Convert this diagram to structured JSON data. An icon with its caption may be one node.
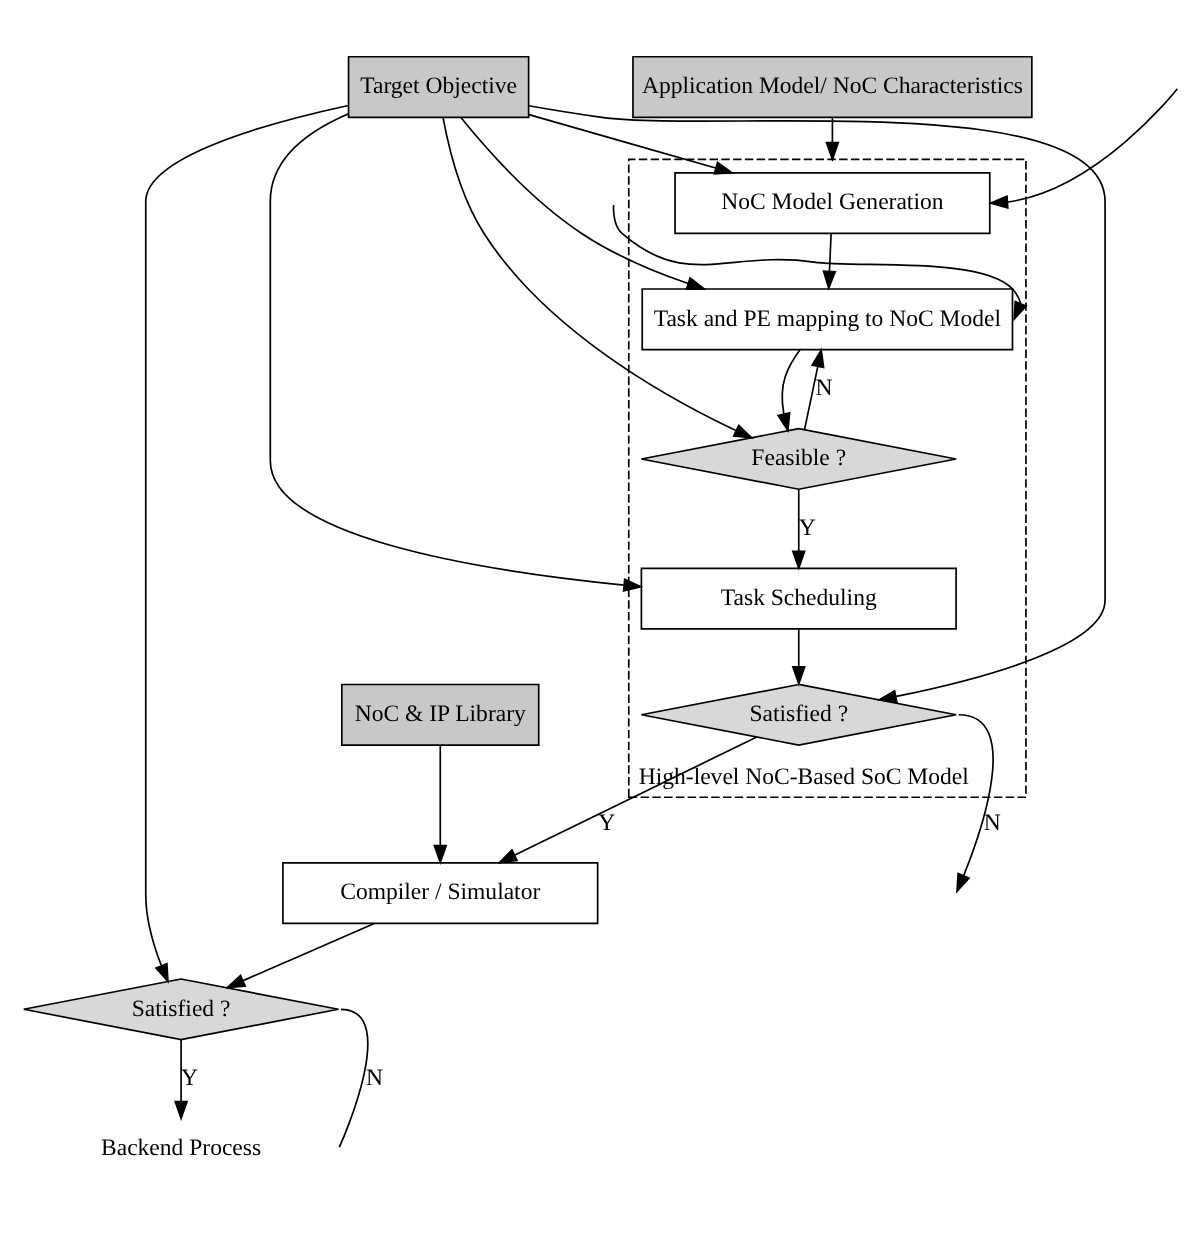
{
  "diagram": {
    "nodes": [
      {
        "text": [
          "High-level NoC-Based SoC Model"
        ]
      },
      {
        "text": [
          "Application Model/ NoC Characteristics"
        ]
      },
      {
        "text": [
          "NoC Model Generation"
        ],
        "in": 0
      },
      {
        "text": [
          "Task and PE mapping to NoC Model"
        ],
        "in": 0
      },
      {
        "text": [
          "Target Objective"
        ]
      },
      {
        "text": [
          "Feasible ?"
        ],
        "in": 0
      },
      {
        "text": [
          "Task Scheduling"
        ],
        "in": 0
      },
      {
        "text": [
          "Satisfied ?"
        ],
        "in": 0
      },
      {
        "text": [
          "NoC & IP Library"
        ]
      },
      {
        "text": [
          "Compiler / Simulator"
        ]
      },
      {
        "text": [
          "Satisfied ?"
        ]
      },
      {
        "text": [
          "Backend Process"
        ]
      }
    ],
    "edges": [
      {
        "from": 1,
        "to": 0,
        "arrow": "to"
      },
      {
        "from": 2,
        "to": 3,
        "arrow": "to"
      },
      {
        "from": 3,
        "to": 5,
        "arrow": "to"
      },
      {
        "from": 4,
        "to": 5,
        "arrow": "to"
      },
      {
        "from": 4,
        "to": 2,
        "arrow": "to"
      },
      {
        "from": 4,
        "to": 3,
        "arrow": "to"
      },
      {
        "from": 4,
        "to": 6,
        "arrow": "to"
      },
      {
        "from": 4,
        "to": 7,
        "arrow": "to"
      },
      {
        "from": 4,
        "to": 10,
        "arrow": "to"
      },
      {
        "from": 5,
        "to": 6,
        "arrow": "to",
        "label": "Y"
      },
      {
        "from": 5,
        "to": 3,
        "arrow": "to",
        "label": "N"
      },
      {
        "from": 6,
        "to": 7,
        "arrow": "to"
      },
      {
        "from": 7,
        "to": null,
        "arrow": "to",
        "label": "N"
      },
      {
        "from": null,
        "to": 2,
        "arrow": "to"
      },
      {
        "from": null,
        "to": 3,
        "arrow": "to"
      },
      {
        "from": 7,
        "to": 9,
        "arrow": "to",
        "label": "Y"
      },
      {
        "from": 8,
        "to": 9,
        "arrow": "to"
      },
      {
        "from": 9,
        "to": 10,
        "arrow": "to"
      },
      {
        "from": 10,
        "to": null,
        "arrow": "none",
        "label": "N"
      },
      {
        "from": 10,
        "to": 11,
        "arrow": "to",
        "label": "Y"
      }
    ]
  }
}
